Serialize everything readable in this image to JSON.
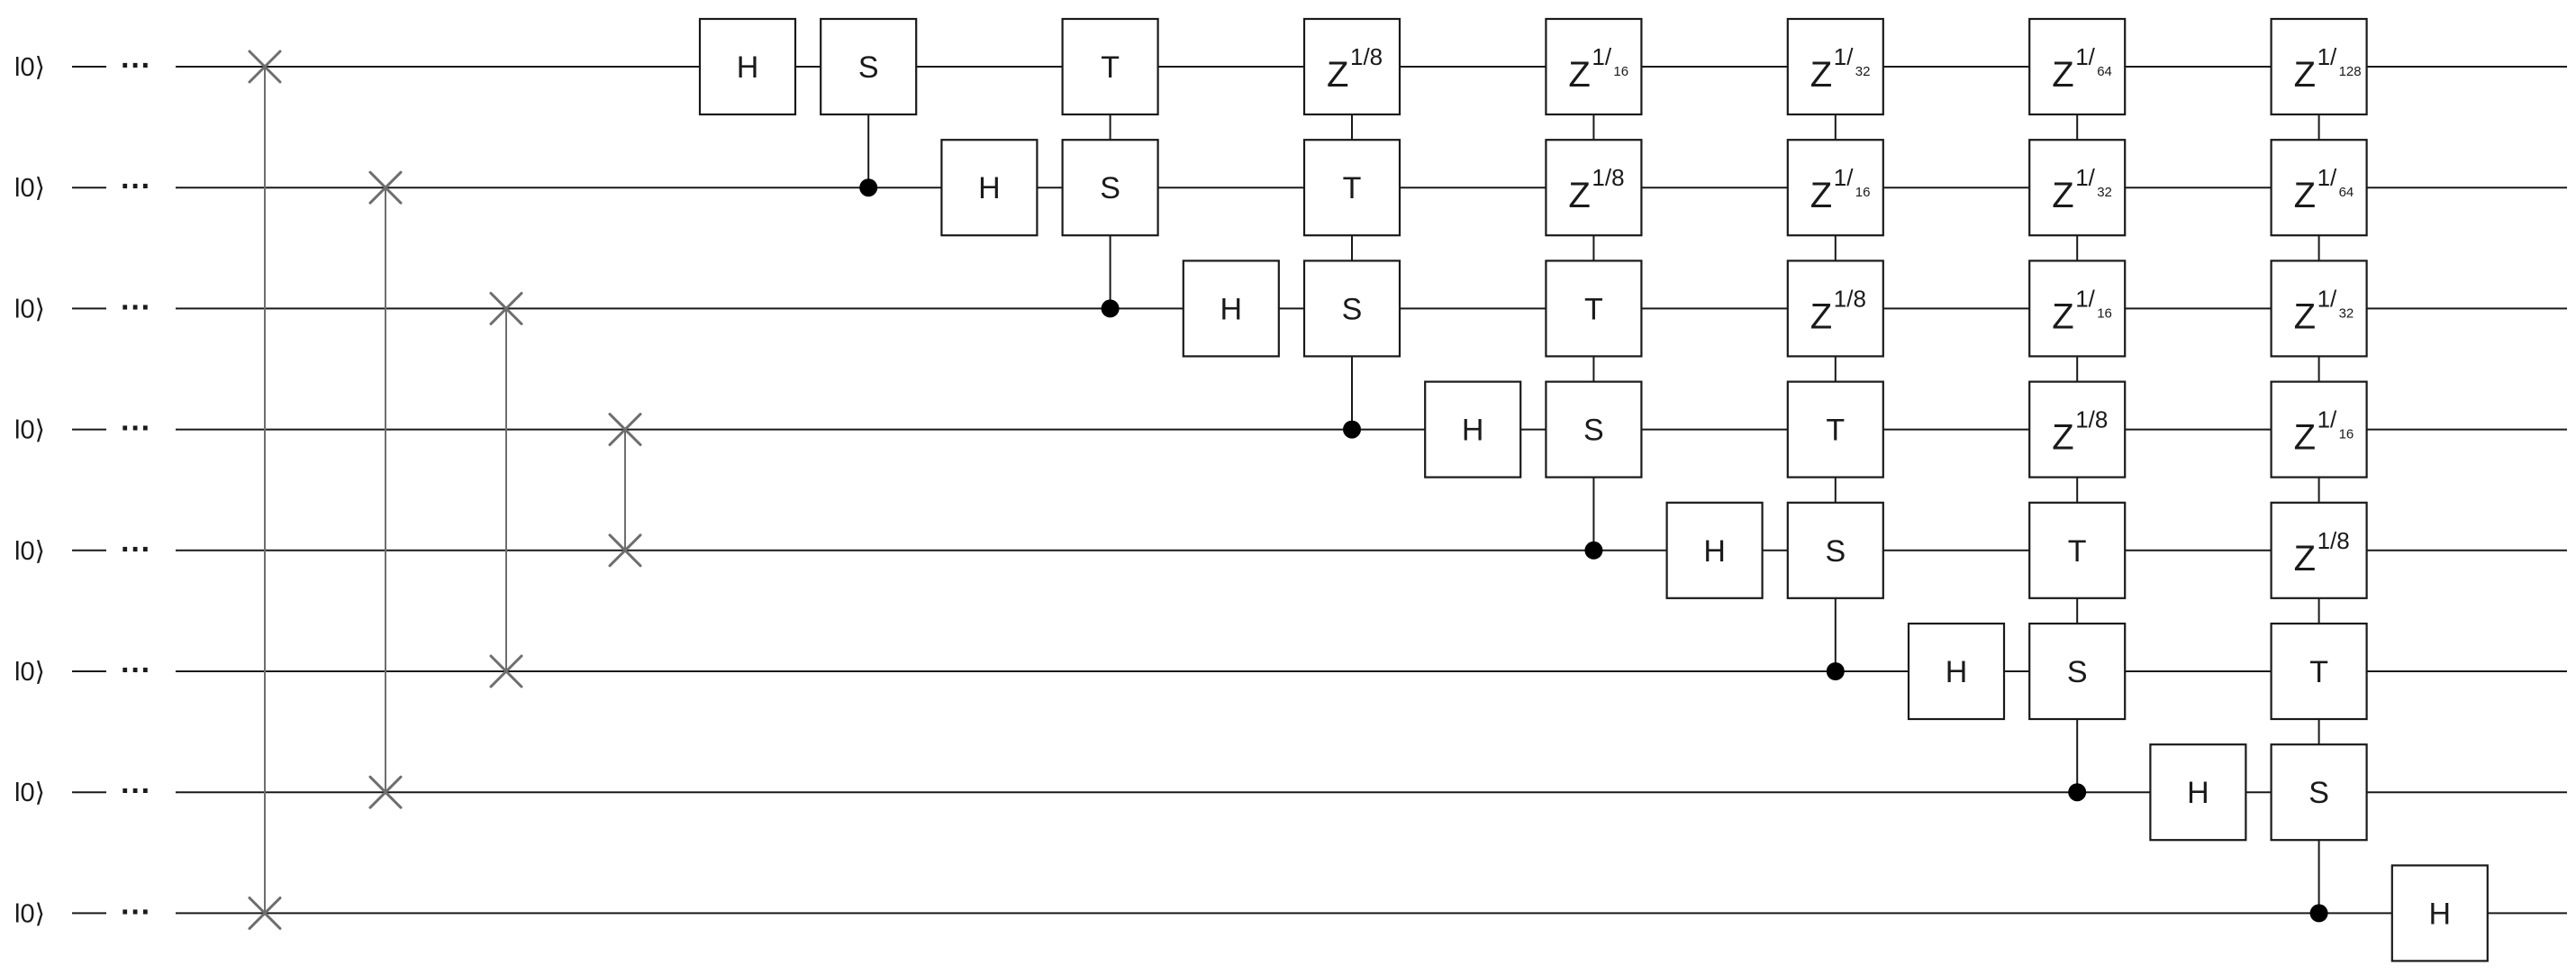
{
  "qubits": [
    {
      "label": "l0⟩",
      "ellipsis": "···"
    },
    {
      "label": "l0⟩",
      "ellipsis": "···"
    },
    {
      "label": "l0⟩",
      "ellipsis": "···"
    },
    {
      "label": "l0⟩",
      "ellipsis": "···"
    },
    {
      "label": "l0⟩",
      "ellipsis": "···"
    },
    {
      "label": "l0⟩",
      "ellipsis": "···"
    },
    {
      "label": "l0⟩",
      "ellipsis": "···"
    },
    {
      "label": "l0⟩",
      "ellipsis": "···"
    }
  ],
  "swaps": [
    {
      "a": 0,
      "b": 7
    },
    {
      "a": 1,
      "b": 6
    },
    {
      "a": 2,
      "b": 5
    },
    {
      "a": 3,
      "b": 4
    }
  ],
  "gates": [
    {
      "step": 0,
      "target": 0,
      "label": "H"
    },
    {
      "step": 1,
      "target": 0,
      "label": "S",
      "control": 1
    },
    {
      "step": 2,
      "target": 1,
      "label": "H"
    },
    {
      "step": 3,
      "target": 0,
      "label": "T",
      "control": 2
    },
    {
      "step": 3,
      "target": 1,
      "label": "S",
      "control": 2
    },
    {
      "step": 4,
      "target": 2,
      "label": "H"
    },
    {
      "step": 5,
      "target": 0,
      "label": "Z",
      "sup": "1/8",
      "control": 3
    },
    {
      "step": 5,
      "target": 1,
      "label": "T",
      "control": 3
    },
    {
      "step": 5,
      "target": 2,
      "label": "S",
      "control": 3
    },
    {
      "step": 6,
      "target": 3,
      "label": "H"
    },
    {
      "step": 7,
      "target": 0,
      "label": "Z",
      "sup": "1/",
      "sub": "16",
      "control": 4
    },
    {
      "step": 7,
      "target": 1,
      "label": "Z",
      "sup": "1/8",
      "control": 4
    },
    {
      "step": 7,
      "target": 2,
      "label": "T",
      "control": 4
    },
    {
      "step": 7,
      "target": 3,
      "label": "S",
      "control": 4
    },
    {
      "step": 8,
      "target": 4,
      "label": "H"
    },
    {
      "step": 9,
      "target": 0,
      "label": "Z",
      "sup": "1/",
      "sub": "32",
      "control": 5
    },
    {
      "step": 9,
      "target": 1,
      "label": "Z",
      "sup": "1/",
      "sub": "16",
      "control": 5
    },
    {
      "step": 9,
      "target": 2,
      "label": "Z",
      "sup": "1/8",
      "control": 5
    },
    {
      "step": 9,
      "target": 3,
      "label": "T",
      "control": 5
    },
    {
      "step": 9,
      "target": 4,
      "label": "S",
      "control": 5
    },
    {
      "step": 10,
      "target": 5,
      "label": "H"
    },
    {
      "step": 11,
      "target": 0,
      "label": "Z",
      "sup": "1/",
      "sub": "64",
      "control": 6
    },
    {
      "step": 11,
      "target": 1,
      "label": "Z",
      "sup": "1/",
      "sub": "32",
      "control": 6
    },
    {
      "step": 11,
      "target": 2,
      "label": "Z",
      "sup": "1/",
      "sub": "16",
      "control": 6
    },
    {
      "step": 11,
      "target": 3,
      "label": "Z",
      "sup": "1/8",
      "control": 6
    },
    {
      "step": 11,
      "target": 4,
      "label": "T",
      "control": 6
    },
    {
      "step": 11,
      "target": 5,
      "label": "S",
      "control": 6
    },
    {
      "step": 12,
      "target": 6,
      "label": "H"
    },
    {
      "step": 13,
      "target": 0,
      "label": "Z",
      "sup": "1/",
      "sub": "128",
      "control": 7
    },
    {
      "step": 13,
      "target": 1,
      "label": "Z",
      "sup": "1/",
      "sub": "64",
      "control": 7
    },
    {
      "step": 13,
      "target": 2,
      "label": "Z",
      "sup": "1/",
      "sub": "32",
      "control": 7
    },
    {
      "step": 13,
      "target": 3,
      "label": "Z",
      "sup": "1/",
      "sub": "16",
      "control": 7
    },
    {
      "step": 13,
      "target": 4,
      "label": "Z",
      "sup": "1/8",
      "control": 7
    },
    {
      "step": 13,
      "target": 5,
      "label": "T",
      "control": 7
    },
    {
      "step": 13,
      "target": 6,
      "label": "S",
      "control": 7
    },
    {
      "step": 14,
      "target": 7,
      "label": "H"
    }
  ]
}
